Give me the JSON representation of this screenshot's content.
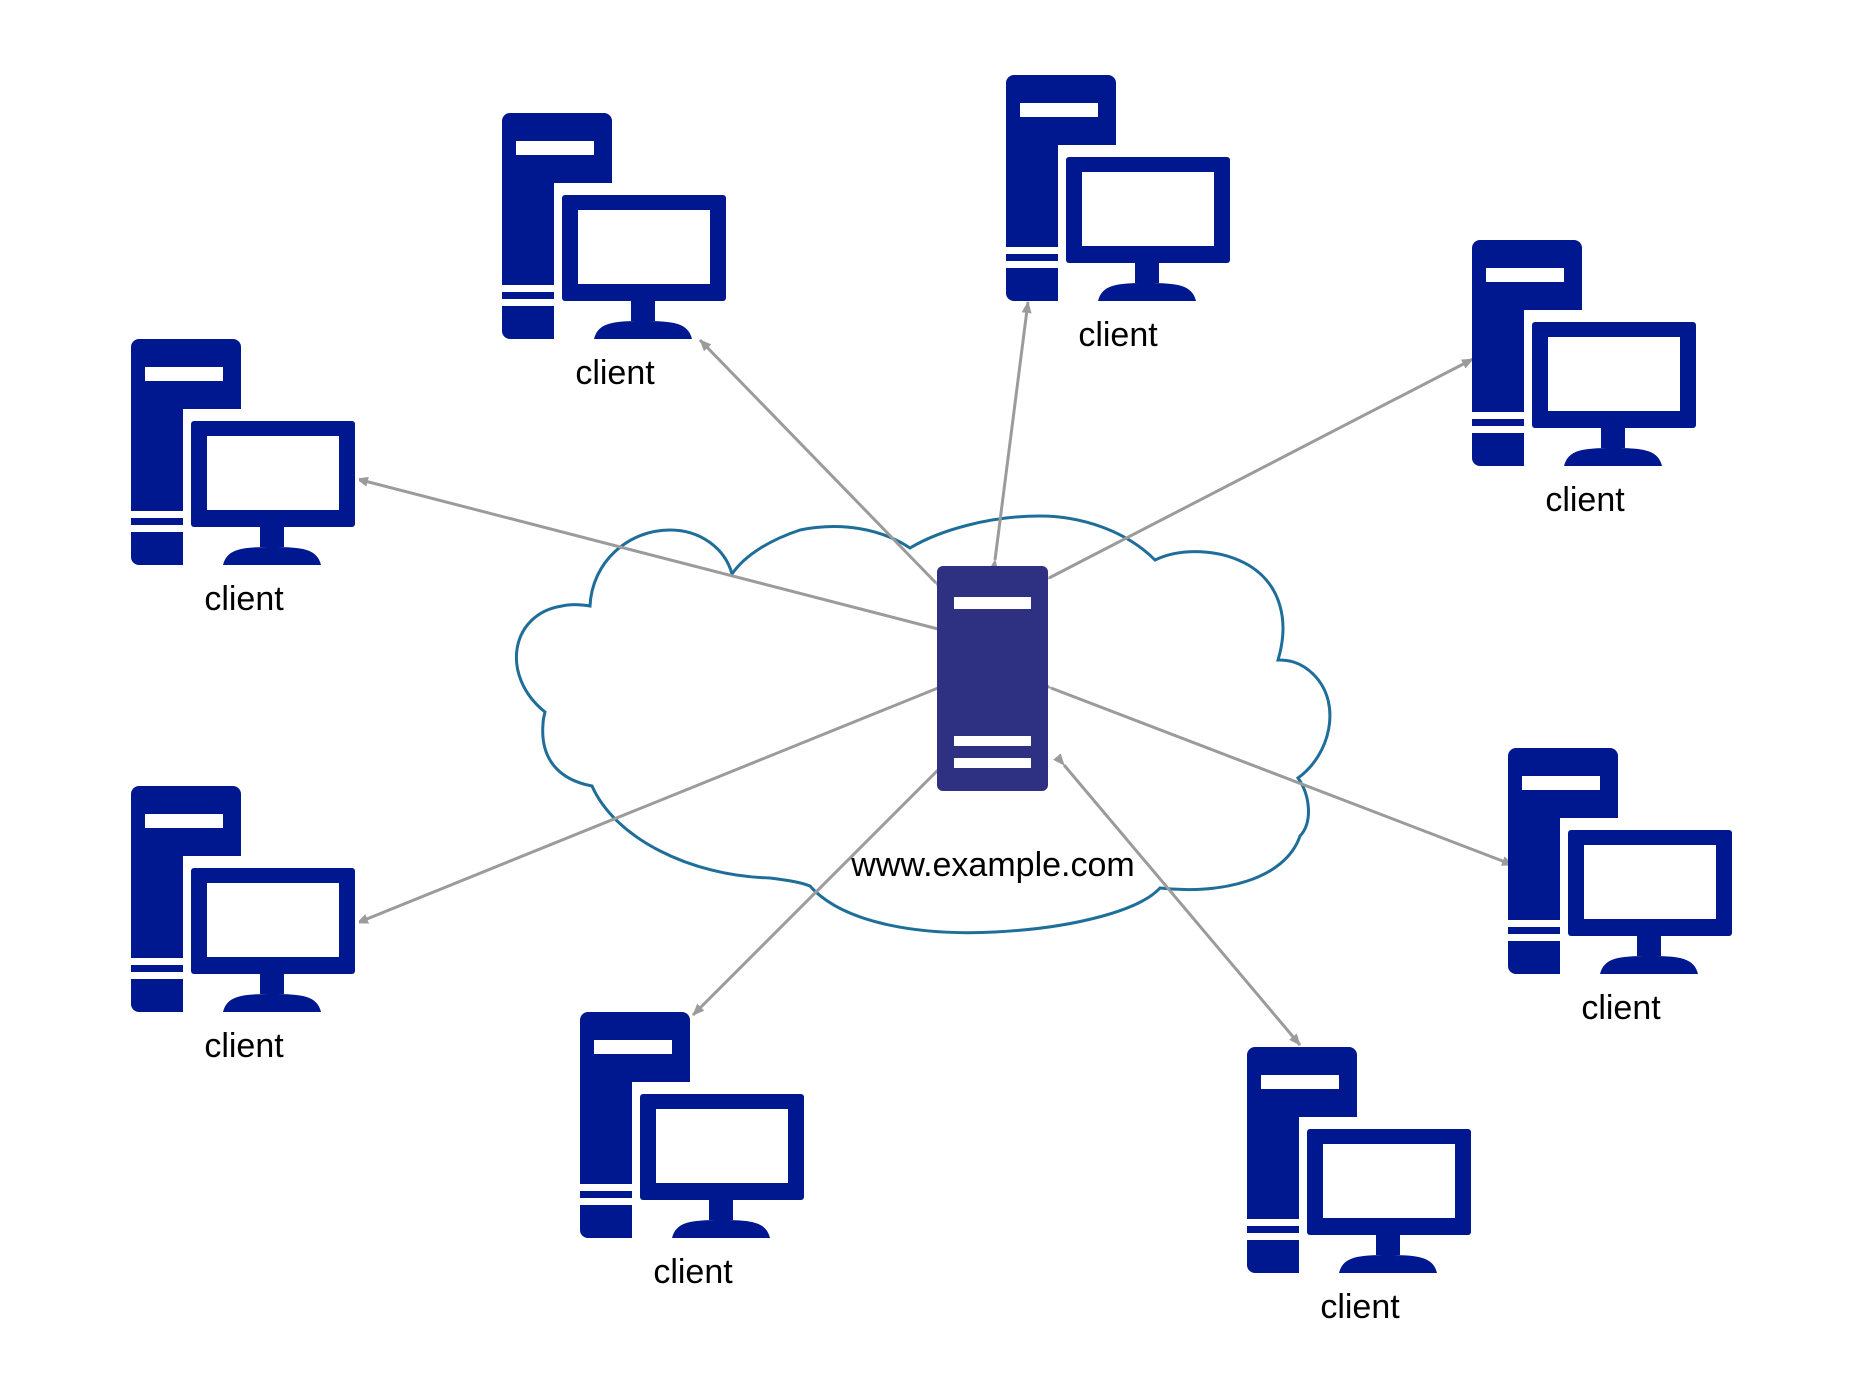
{
  "diagram": {
    "server": {
      "label": "www.example.com",
      "icon": "server-tower-icon",
      "color": "#2E3182"
    },
    "cloud": {
      "icon": "cloud-icon",
      "stroke_color": "#1E6E99"
    },
    "clients": [
      {
        "label": "client",
        "icon": "desktop-computer-icon"
      },
      {
        "label": "client",
        "icon": "desktop-computer-icon"
      },
      {
        "label": "client",
        "icon": "desktop-computer-icon"
      },
      {
        "label": "client",
        "icon": "desktop-computer-icon"
      },
      {
        "label": "client",
        "icon": "desktop-computer-icon"
      },
      {
        "label": "client",
        "icon": "desktop-computer-icon"
      },
      {
        "label": "client",
        "icon": "desktop-computer-icon"
      },
      {
        "label": "client",
        "icon": "desktop-computer-icon"
      }
    ],
    "client_color": "#00188F",
    "connector_color": "#9B9B9B"
  }
}
